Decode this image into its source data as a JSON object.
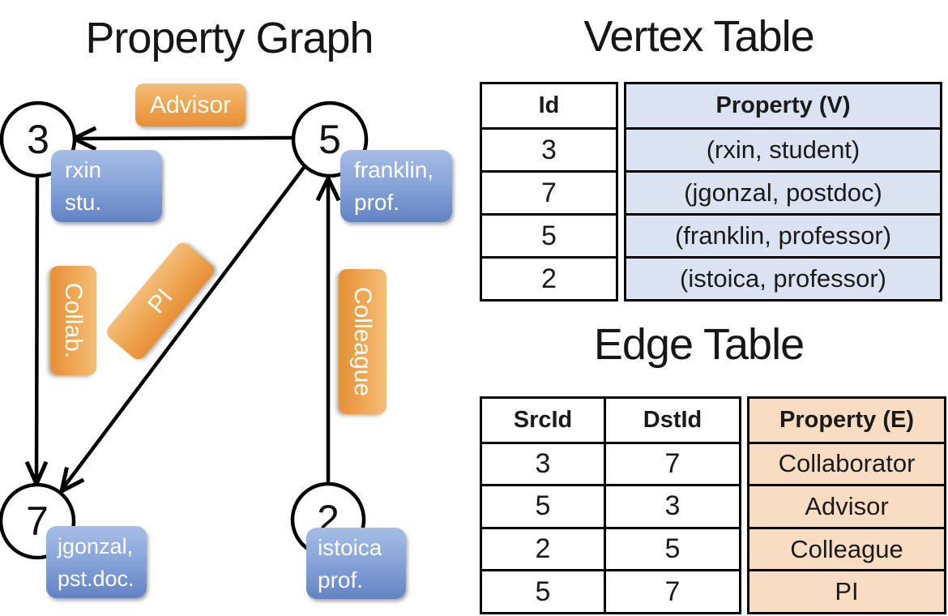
{
  "property_graph": {
    "title": "Property Graph",
    "nodes": [
      {
        "id": "3",
        "property_lines": [
          "rxin",
          "stu."
        ]
      },
      {
        "id": "5",
        "property_lines": [
          "franklin,",
          "prof."
        ]
      },
      {
        "id": "7",
        "property_lines": [
          "jgonzal,",
          "pst.doc."
        ]
      },
      {
        "id": "2",
        "property_lines": [
          "istoica",
          "prof."
        ]
      }
    ],
    "edges": [
      {
        "label": "Advisor"
      },
      {
        "label": "Collab."
      },
      {
        "label": "PI"
      },
      {
        "label": "Colleague"
      }
    ]
  },
  "vertex_table": {
    "title": "Vertex Table",
    "columns": [
      "Id",
      "Property (V)"
    ],
    "rows": [
      [
        "3",
        "(rxin, student)"
      ],
      [
        "7",
        "(jgonzal, postdoc)"
      ],
      [
        "5",
        "(franklin, professor)"
      ],
      [
        "2",
        "(istoica, professor)"
      ]
    ]
  },
  "edge_table": {
    "title": "Edge Table",
    "columns": [
      "SrcId",
      "DstId",
      "Property (E)"
    ],
    "rows": [
      [
        "3",
        "7",
        "Collaborator"
      ],
      [
        "5",
        "3",
        "Advisor"
      ],
      [
        "2",
        "5",
        "Colleague"
      ],
      [
        "5",
        "7",
        "PI"
      ]
    ]
  },
  "colors": {
    "edge_label_orange": "#e7923c",
    "vertex_label_blue": "#6282c3",
    "vertex_property_bg": "#dbe3f3",
    "edge_property_bg": "#f8ddc2",
    "line_black": "#000000"
  }
}
